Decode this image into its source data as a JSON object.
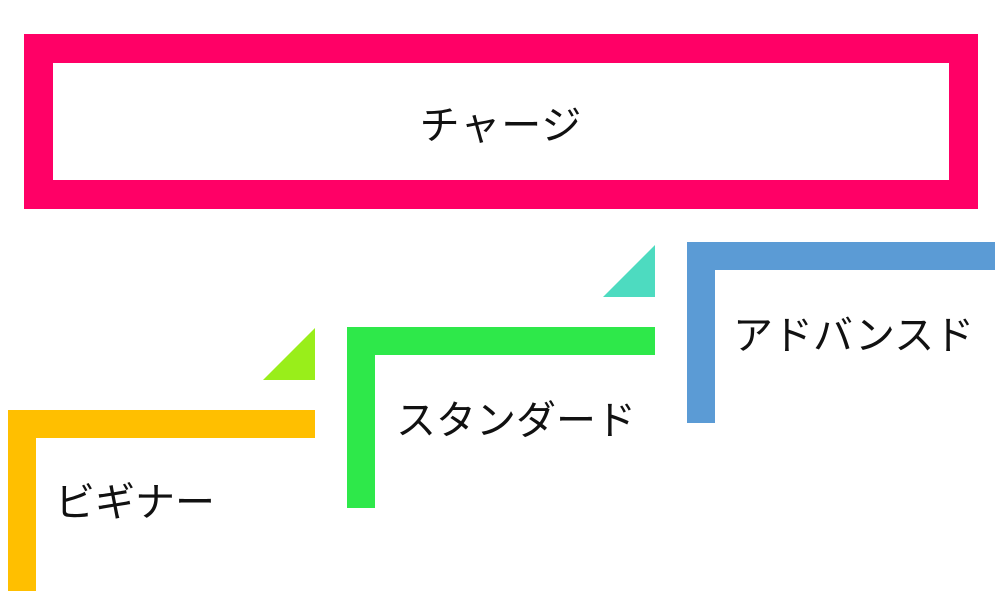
{
  "header": {
    "title": "チャージ",
    "color": "#ff0066"
  },
  "steps": [
    {
      "label": "ビギナー",
      "color": "#ffbf00",
      "corner_color": "#99ee1a"
    },
    {
      "label": "スタンダード",
      "color": "#2ee84a",
      "corner_color": "#4ddbc0"
    },
    {
      "label": "アドバンスド",
      "color": "#5b9bd5"
    }
  ]
}
